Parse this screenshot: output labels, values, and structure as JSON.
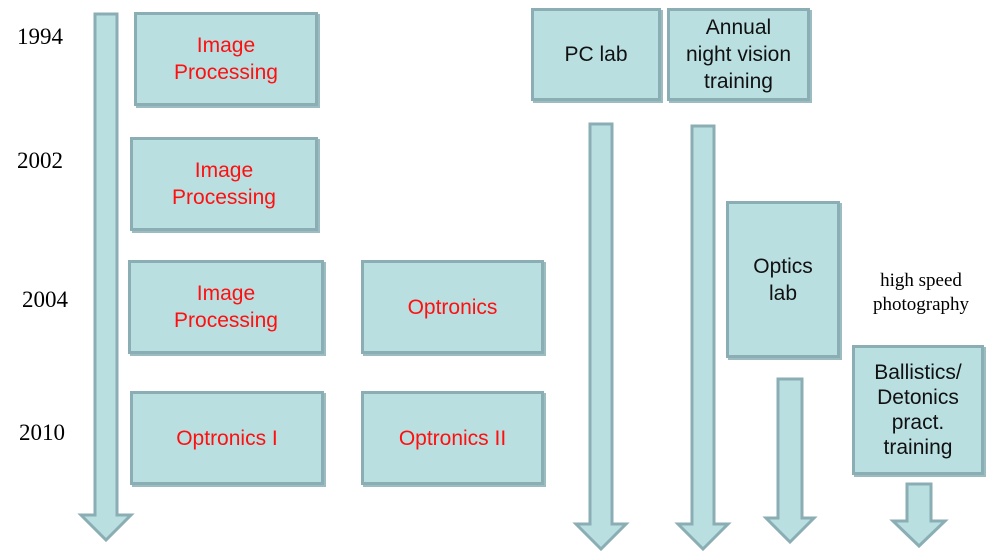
{
  "years": [
    "1994",
    "2002",
    "2004",
    "2010"
  ],
  "boxes": {
    "image_processing_1994": "Image\nProcessing",
    "image_processing_2002": "Image\nProcessing",
    "image_processing_2004": "Image\nProcessing",
    "optronics_2004": "Optronics",
    "optronics_i": "Optronics I",
    "optronics_ii": "Optronics II",
    "pc_lab": "PC lab",
    "night_vision": "Annual\nnight vision\ntraining",
    "optics_lab": "Optics\nlab",
    "ballistics": "Ballistics/\nDetonics\npract.\ntraining"
  },
  "annotations": {
    "high_speed": "high speed\nphotography"
  },
  "colors": {
    "box_fill": "#b9dfe1",
    "box_border": "#8aaeb4",
    "course_text": "#ff1010",
    "lab_text": "#111111"
  }
}
